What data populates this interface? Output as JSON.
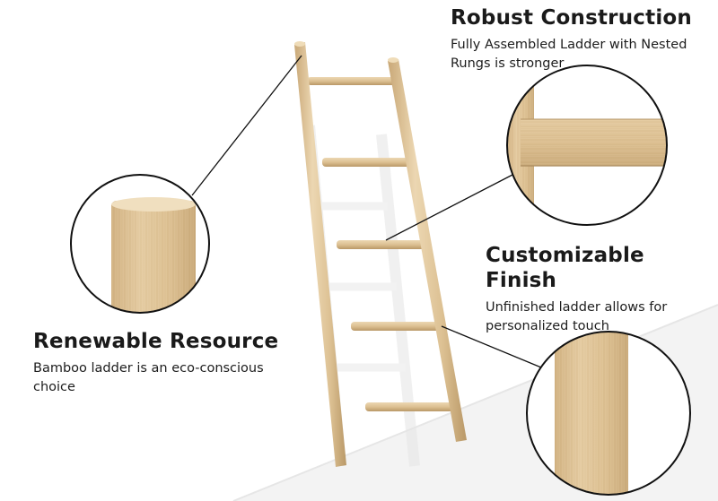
{
  "features": {
    "robust": {
      "title": "Robust Construction",
      "description": "Fully Assembled Ladder with Nested Rungs is stronger"
    },
    "custom": {
      "title": "Customizable Finish",
      "description": "Unfinished ladder allows for personalized touch"
    },
    "renewable": {
      "title": "Renewable Resource",
      "description": "Bamboo ladder is an eco-conscious choice"
    }
  },
  "colors": {
    "bamboo": "#e2c9a0",
    "bamboo_dark": "#c9a877",
    "outline": "#111111",
    "shadow_wall": "#ececec",
    "floor": "#f4f4f4"
  }
}
